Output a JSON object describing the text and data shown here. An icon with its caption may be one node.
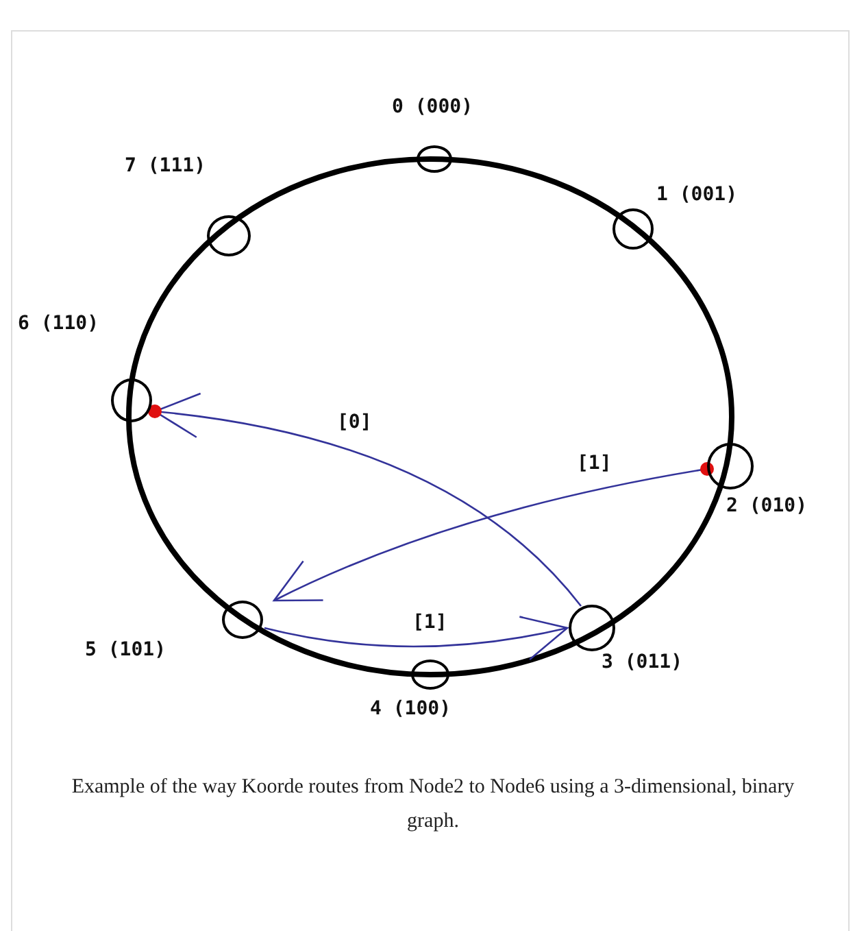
{
  "diagram": {
    "caption": "Example of the way Koorde routes from Node2 to Node6 using a 3-dimensional, binary graph.",
    "nodes": [
      {
        "text": [
          "0 (000)"
        ]
      },
      {
        "text": [
          "7 (111)"
        ]
      },
      {
        "text": [
          "1 (001)"
        ]
      },
      {
        "text": [
          "6 (110)"
        ]
      },
      {
        "text": [
          "2 (010)"
        ]
      },
      {
        "text": [
          "5 (101)"
        ]
      },
      {
        "text": [
          "3 (011)"
        ]
      },
      {
        "text": [
          "4 (100)"
        ]
      }
    ],
    "edges": [
      {
        "from": 4,
        "to": 5,
        "arrow": "to",
        "label": "[1]"
      },
      {
        "from": 5,
        "to": 6,
        "arrow": "to",
        "label": "[1]"
      },
      {
        "from": 6,
        "to": 3,
        "arrow": "to",
        "label": "[0]"
      }
    ]
  }
}
